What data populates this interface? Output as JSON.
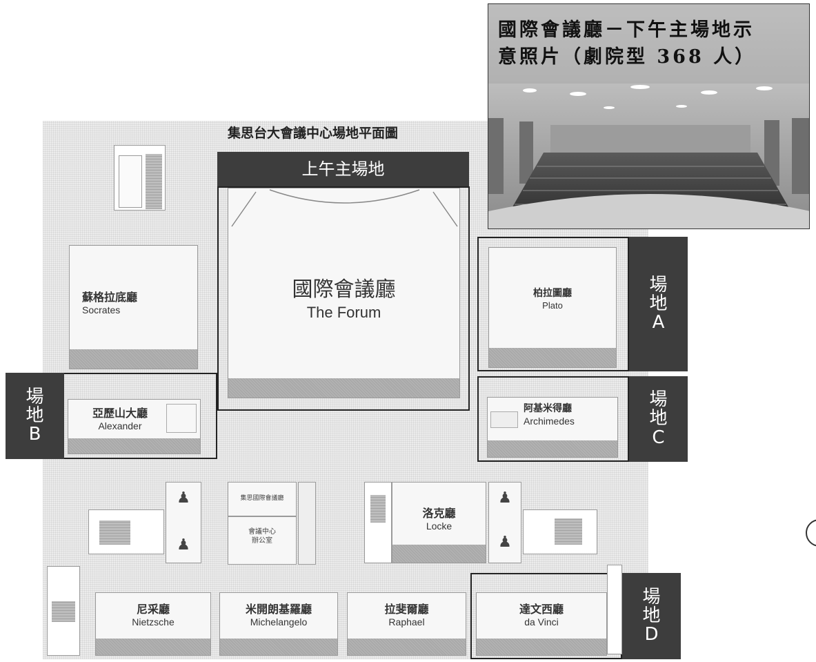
{
  "photo": {
    "caption_line1": "國際會議廳－下午主場地示",
    "caption_line2": "意照片（劇院型 368 人）"
  },
  "map": {
    "title": "集思台大會議中心場地平面圖",
    "morning_venue_banner": "上午主場地",
    "rooms": {
      "forum": {
        "zh": "國際會議廳",
        "en": "The Forum"
      },
      "socrates": {
        "zh": "蘇格拉底廳",
        "en": "Socrates"
      },
      "plato": {
        "zh": "柏拉圖廳",
        "en": "Plato"
      },
      "alexander": {
        "zh": "亞歷山大廳",
        "en": "Alexander"
      },
      "archimedes": {
        "zh": "阿基米得廳",
        "en": "Archimedes"
      },
      "locke": {
        "zh": "洛克廳",
        "en": "Locke"
      },
      "nietzsche": {
        "zh": "尼采廳",
        "en": "Nietzsche"
      },
      "michelangelo": {
        "zh": "米開朗基羅廳",
        "en": "Michelangelo"
      },
      "raphael": {
        "zh": "拉斐爾廳",
        "en": "Raphael"
      },
      "davinci": {
        "zh": "達文西廳",
        "en": "da Vinci"
      }
    },
    "small_rooms": {
      "office_top": "集思國際會議廳",
      "office_bottom_line1": "會議中心",
      "office_bottom_line2": "辦公室"
    },
    "venue_tags": {
      "a": [
        "場",
        "地",
        "A"
      ],
      "b": [
        "場",
        "地",
        "B"
      ],
      "c": [
        "場",
        "地",
        "C"
      ],
      "d": [
        "場",
        "地",
        "D"
      ]
    }
  }
}
